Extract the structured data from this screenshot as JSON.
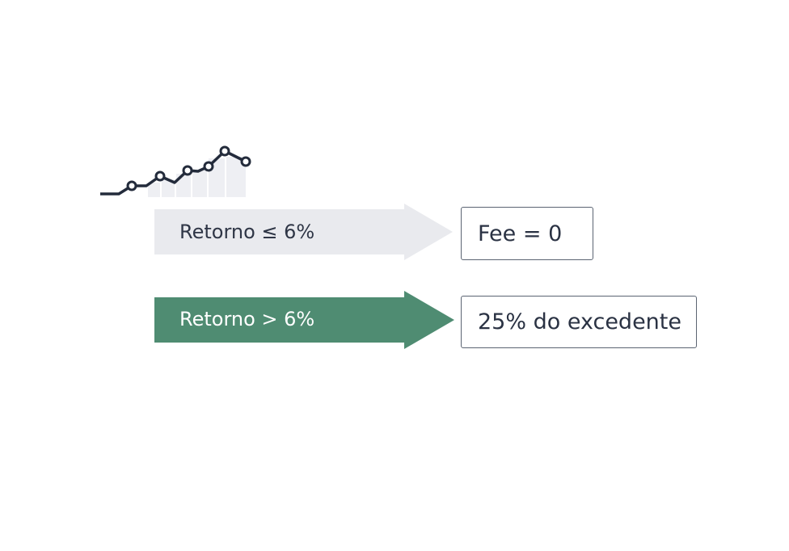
{
  "rules": [
    {
      "condition": "Retorno ≤ 6%",
      "result": "Fee = 0",
      "color": "#e9eaee",
      "text_color": "#2f3646"
    },
    {
      "condition": "Retorno > 6%",
      "result": "25% do excedente",
      "color": "#4f8c72",
      "text_color": "#ffffff"
    }
  ],
  "icon": "rising-line-chart-icon"
}
